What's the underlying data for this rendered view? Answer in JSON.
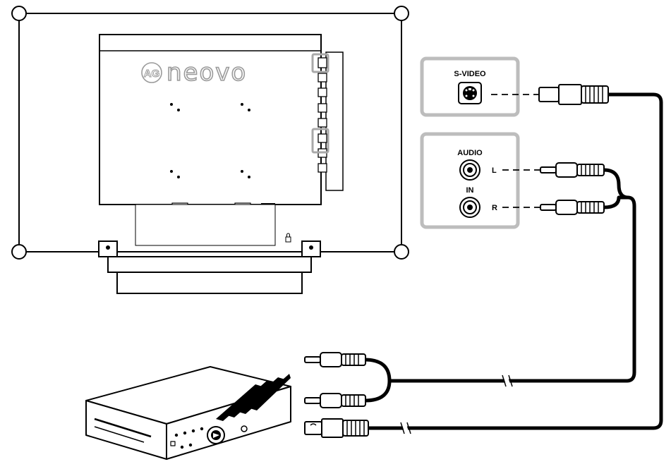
{
  "monitor": {
    "brand_logo": "AG",
    "brand_name": "neovo"
  },
  "panels": {
    "svideo_label": "S-VIDEO",
    "audio_label": "AUDIO",
    "in_label": "IN",
    "left_label": "L",
    "right_label": "R"
  },
  "icons": {
    "lock": "lock-icon",
    "svideo_port": "svideo-port-icon",
    "rca_port": "rca-jack-icon"
  },
  "colors": {
    "panel_border": "#bdbdbd",
    "line": "#000000",
    "highlight": "#a8a8a8"
  }
}
